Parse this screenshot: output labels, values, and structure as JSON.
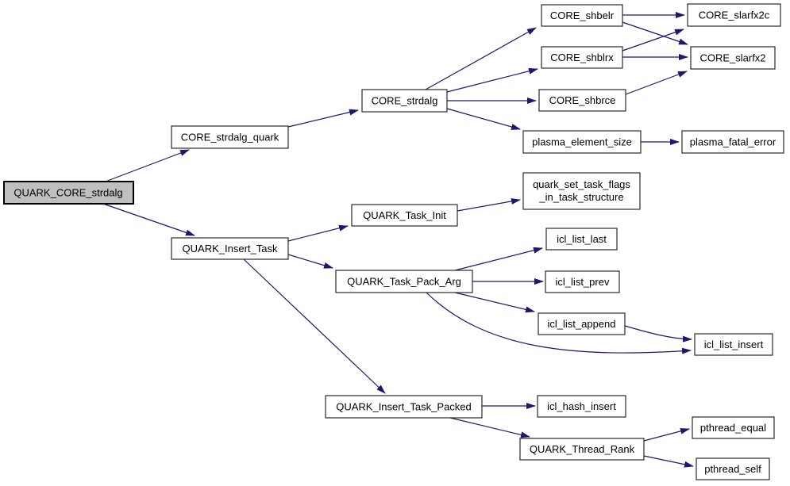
{
  "diagram": {
    "type": "call-graph",
    "root": "QUARK_CORE_strdalg",
    "colors": {
      "background": "#ffffff",
      "edge": "#191970",
      "node-fill": "#ffffff",
      "node-border": "#2a2a2a",
      "highlight-fill": "#bfbfbf",
      "highlight-border": "#000000",
      "text": "#000000"
    },
    "nodes": {
      "quark_core_strdalg": {
        "label": "QUARK_CORE_strdalg",
        "highlighted": true
      },
      "core_strdalg_quark": {
        "label": "CORE_strdalg_quark"
      },
      "core_strdalg": {
        "label": "CORE_strdalg"
      },
      "core_shbelr": {
        "label": "CORE_shbelr"
      },
      "core_slarfx2c": {
        "label": "CORE_slarfx2c"
      },
      "core_shblrx": {
        "label": "CORE_shblrx"
      },
      "core_slarfx2": {
        "label": "CORE_slarfx2"
      },
      "core_shbrce": {
        "label": "CORE_shbrce"
      },
      "plasma_element_size": {
        "label": "plasma_element_size"
      },
      "plasma_fatal_error": {
        "label": "plasma_fatal_error"
      },
      "quark_insert_task": {
        "label": "QUARK_Insert_Task"
      },
      "quark_task_init": {
        "label": "QUARK_Task_Init"
      },
      "quark_set_task_flags_in_task_structure": {
        "label_line1": "quark_set_task_flags",
        "label_line2": "_in_task_structure"
      },
      "icl_list_last": {
        "label": "icl_list_last"
      },
      "icl_list_prev": {
        "label": "icl_list_prev"
      },
      "quark_task_pack_arg": {
        "label": "QUARK_Task_Pack_Arg"
      },
      "icl_list_append": {
        "label": "icl_list_append"
      },
      "icl_list_insert": {
        "label": "icl_list_insert"
      },
      "quark_insert_task_packed": {
        "label": "QUARK_Insert_Task_Packed"
      },
      "icl_hash_insert": {
        "label": "icl_hash_insert"
      },
      "quark_thread_rank": {
        "label": "QUARK_Thread_Rank"
      },
      "pthread_equal": {
        "label": "pthread_equal"
      },
      "pthread_self": {
        "label": "pthread_self"
      }
    },
    "edges": [
      {
        "from": "QUARK_CORE_strdalg",
        "to": "CORE_strdalg_quark"
      },
      {
        "from": "QUARK_CORE_strdalg",
        "to": "QUARK_Insert_Task"
      },
      {
        "from": "CORE_strdalg_quark",
        "to": "CORE_strdalg"
      },
      {
        "from": "CORE_strdalg",
        "to": "CORE_shbelr"
      },
      {
        "from": "CORE_strdalg",
        "to": "CORE_shblrx"
      },
      {
        "from": "CORE_strdalg",
        "to": "CORE_shbrce"
      },
      {
        "from": "CORE_strdalg",
        "to": "plasma_element_size"
      },
      {
        "from": "CORE_shbelr",
        "to": "CORE_slarfx2c"
      },
      {
        "from": "CORE_shbelr",
        "to": "CORE_slarfx2"
      },
      {
        "from": "CORE_shblrx",
        "to": "CORE_slarfx2c"
      },
      {
        "from": "CORE_shblrx",
        "to": "CORE_slarfx2"
      },
      {
        "from": "CORE_shbrce",
        "to": "CORE_slarfx2"
      },
      {
        "from": "plasma_element_size",
        "to": "plasma_fatal_error"
      },
      {
        "from": "QUARK_Insert_Task",
        "to": "QUARK_Task_Init"
      },
      {
        "from": "QUARK_Insert_Task",
        "to": "QUARK_Task_Pack_Arg"
      },
      {
        "from": "QUARK_Insert_Task",
        "to": "QUARK_Insert_Task_Packed"
      },
      {
        "from": "QUARK_Task_Init",
        "to": "quark_set_task_flags_in_task_structure"
      },
      {
        "from": "QUARK_Task_Pack_Arg",
        "to": "icl_list_last"
      },
      {
        "from": "QUARK_Task_Pack_Arg",
        "to": "icl_list_prev"
      },
      {
        "from": "QUARK_Task_Pack_Arg",
        "to": "icl_list_append"
      },
      {
        "from": "QUARK_Task_Pack_Arg",
        "to": "icl_list_insert"
      },
      {
        "from": "icl_list_append",
        "to": "icl_list_insert"
      },
      {
        "from": "QUARK_Insert_Task_Packed",
        "to": "icl_hash_insert"
      },
      {
        "from": "QUARK_Insert_Task_Packed",
        "to": "QUARK_Thread_Rank"
      },
      {
        "from": "QUARK_Thread_Rank",
        "to": "pthread_equal"
      },
      {
        "from": "QUARK_Thread_Rank",
        "to": "pthread_self"
      }
    ]
  }
}
